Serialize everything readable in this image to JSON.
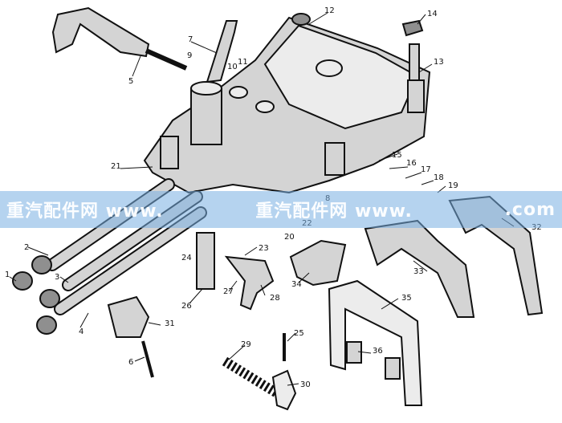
{
  "diagram": {
    "part_labels": [
      "1",
      "2",
      "3",
      "4",
      "5",
      "6",
      "7",
      "8",
      "9",
      "10",
      "11",
      "12",
      "13",
      "14",
      "15",
      "16",
      "17",
      "18",
      "19",
      "20",
      "21",
      "22",
      "23",
      "24",
      "25",
      "26",
      "27",
      "28",
      "29",
      "30",
      "31",
      "32",
      "33",
      "34",
      "35",
      "36"
    ]
  },
  "watermark": {
    "left": "重汽配件网 www.",
    "middle": "重汽配件网 www.",
    "right": ".com"
  }
}
